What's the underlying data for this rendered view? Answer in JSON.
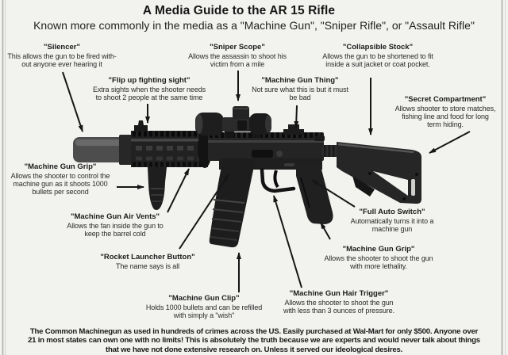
{
  "header": {
    "title": "A Media Guide to the AR 15 Rifle",
    "subtitle": "Known more commonly in the media as a \"Machine Gun\", \"Sniper Rifle\", or \"Assault Rifle\""
  },
  "callouts": {
    "silencer": {
      "title": "\"Silencer\"",
      "lines": [
        "This allows the gun to be fired with-",
        "out anyone ever hearing it"
      ]
    },
    "flip_up_sight": {
      "title": "\"Flip up fighting sight\"",
      "lines": [
        "Extra sights when the shooter needs",
        "to shoot 2 people at the same time"
      ]
    },
    "sniper_scope": {
      "title": "\"Sniper Scope\"",
      "lines": [
        "Allows the assassin to shoot his",
        "victim from a mile"
      ]
    },
    "machine_gun_thing": {
      "title": "\"Machine Gun Thing\"",
      "lines": [
        "Not sure what this is but it must",
        "be bad"
      ]
    },
    "collapsible_stock": {
      "title": "\"Collapsible Stock\"",
      "lines": [
        "Allows the gun to be shortened  to fit",
        "inside a suit jacket or coat pocket."
      ]
    },
    "secret_compartment": {
      "title": "\"Secret Compartment\"",
      "lines": [
        "Allows shooter to store matches,",
        "fishing line and food for long",
        "term hiding."
      ]
    },
    "machine_gun_grip_front": {
      "title": "\"Machine Gun Grip\"",
      "lines": [
        "Allows the shooter to control the",
        "machine gun as it shoots 1000",
        "bullets per second"
      ]
    },
    "air_vents": {
      "title": "\"Machine Gun Air Vents\"",
      "lines": [
        "Allows the fan inside the gun to",
        "keep the barrel cold"
      ]
    },
    "rocket_launcher_button": {
      "title": "\"Rocket Launcher Button\"",
      "lines": [
        "The name says is all"
      ]
    },
    "machine_gun_clip": {
      "title": "\"Machine Gun Clip\"",
      "lines": [
        "Holds 1000 bullets and can be refilled",
        "with simply a \"wish\""
      ]
    },
    "hair_trigger": {
      "title": "\"Machine Gun Hair Trigger\"",
      "lines": [
        "Allows the shooter to shoot the gun",
        "with less than 3 ounces of pressure."
      ]
    },
    "full_auto_switch": {
      "title": "\"Full Auto Switch\"",
      "lines": [
        "Automatically turns it into a",
        "machine gun"
      ]
    },
    "machine_gun_grip_rear": {
      "title": "\"Machine Gun Grip\"",
      "lines": [
        "Allows the shooter to shoot the gun",
        "with more lethality."
      ]
    }
  },
  "footer": {
    "lines": [
      "The Common Machinegun as used in hundreds of crimes across the US.  Easily purchased at Wal-Mart for only $500.  Anyone over",
      "21 in most states can own one with no limits!  This is absolutely the truth because we are experts and would never talk about things",
      "that we have not done extensive research on.  Unless it served our ideological desires."
    ]
  },
  "colors": {
    "background": "#f2f2ef",
    "text": "#262626",
    "heading": "#161616",
    "arrow": "#161616",
    "rifle_dark": "#1e1e1e",
    "rifle_mid": "#2b2b2b",
    "suppressor_gray": "#4d4d4d"
  }
}
